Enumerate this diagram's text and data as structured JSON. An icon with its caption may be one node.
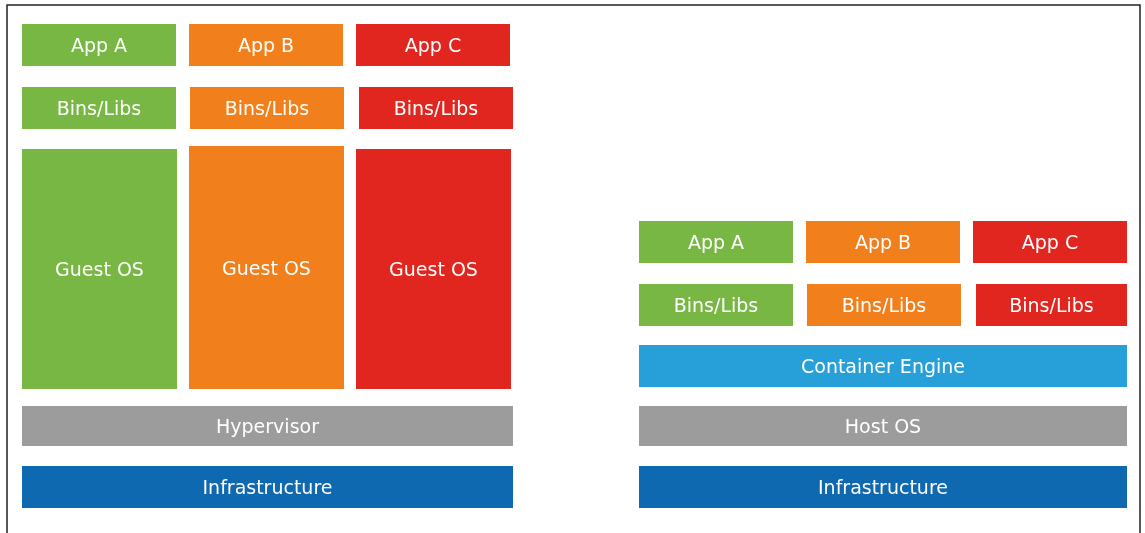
{
  "diagram": {
    "nodes": [
      {
        "text": [
          "App A"
        ]
      },
      {
        "text": [
          "App B"
        ]
      },
      {
        "text": [
          "App C"
        ]
      },
      {
        "text": [
          "Bins/Libs"
        ]
      },
      {
        "text": [
          "Bins/Libs"
        ]
      },
      {
        "text": [
          "Bins/Libs"
        ]
      },
      {
        "text": [
          "Guest OS"
        ]
      },
      {
        "text": [
          "Guest OS"
        ]
      },
      {
        "text": [
          "Guest OS"
        ]
      },
      {
        "text": [
          "Hypervisor"
        ]
      },
      {
        "text": [
          "Infrastructure"
        ]
      },
      {
        "text": [
          "App A"
        ]
      },
      {
        "text": [
          "App B"
        ]
      },
      {
        "text": [
          "App C"
        ]
      },
      {
        "text": [
          "Bins/Libs"
        ]
      },
      {
        "text": [
          "Bins/Libs"
        ]
      },
      {
        "text": [
          "Bins/Libs"
        ]
      },
      {
        "text": [
          "Container Engine"
        ]
      },
      {
        "text": [
          "Host OS"
        ]
      },
      {
        "text": [
          "Infrastructure"
        ]
      }
    ]
  }
}
